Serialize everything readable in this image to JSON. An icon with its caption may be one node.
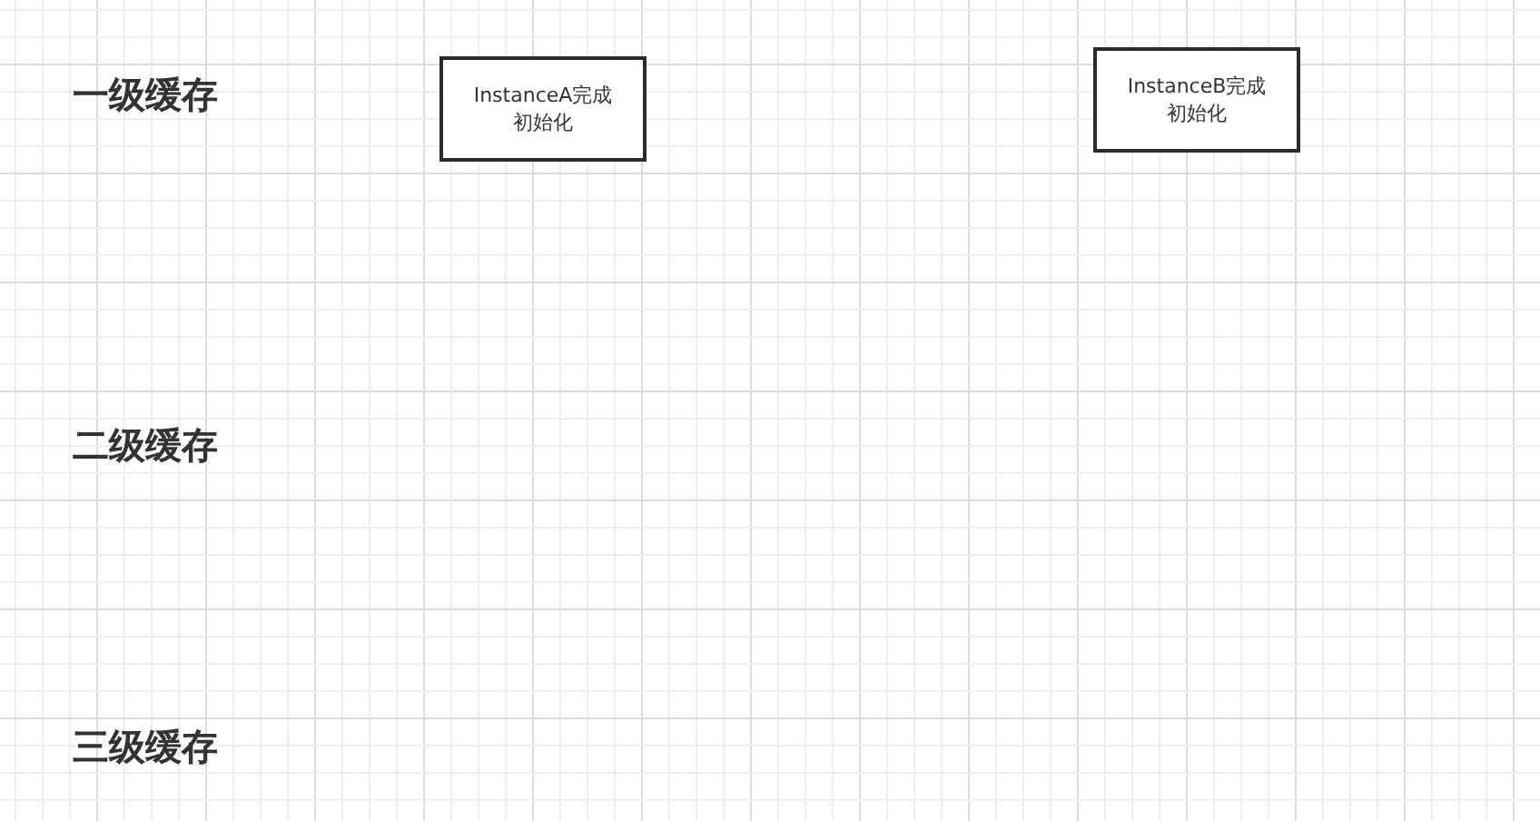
{
  "diagram": {
    "nodes": [
      {
        "text": [
          "InstanceA完成初始化"
        ]
      },
      {
        "text": [
          "InstanceB完成初始化"
        ]
      }
    ],
    "labels": [
      "一级缓存",
      "二级缓存",
      "三级缓存"
    ]
  }
}
